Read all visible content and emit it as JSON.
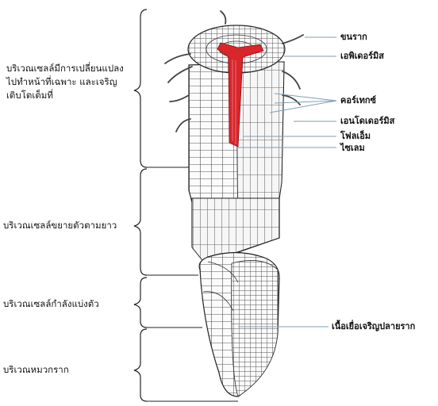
{
  "zones": [
    {
      "id": "maturation",
      "label": "บริเวณเซลล์มีการเปลี่ยนแปลง\nไปทำหน้าที่เฉพาะ และเจริญ\nเติบโตเต็มที่"
    },
    {
      "id": "elongation",
      "label": "บริเวณเซลล์ขยายตัวตามยาว"
    },
    {
      "id": "division",
      "label": "บริเวณเซลล์กำลังแบ่งตัว"
    },
    {
      "id": "root-cap",
      "label": "บริเวณหมวกราก"
    }
  ],
  "parts": [
    {
      "id": "root-hair",
      "label": "ขนราก"
    },
    {
      "id": "epidermis",
      "label": "เอพิเดอร์มิส"
    },
    {
      "id": "cortex",
      "label": "คอร์เทกซ์"
    },
    {
      "id": "endodermis",
      "label": "เอนโดเดอร์มิส"
    },
    {
      "id": "phloem",
      "label": "โฟลเอ็ม"
    },
    {
      "id": "xylem",
      "label": "ไซเลม"
    },
    {
      "id": "apical-meristem",
      "label": "เนื้อเยื่อเจริญปลายราก"
    }
  ],
  "colors": {
    "stele": "#d8262b",
    "leader": "#7f9fb3",
    "ink": "#222222"
  }
}
